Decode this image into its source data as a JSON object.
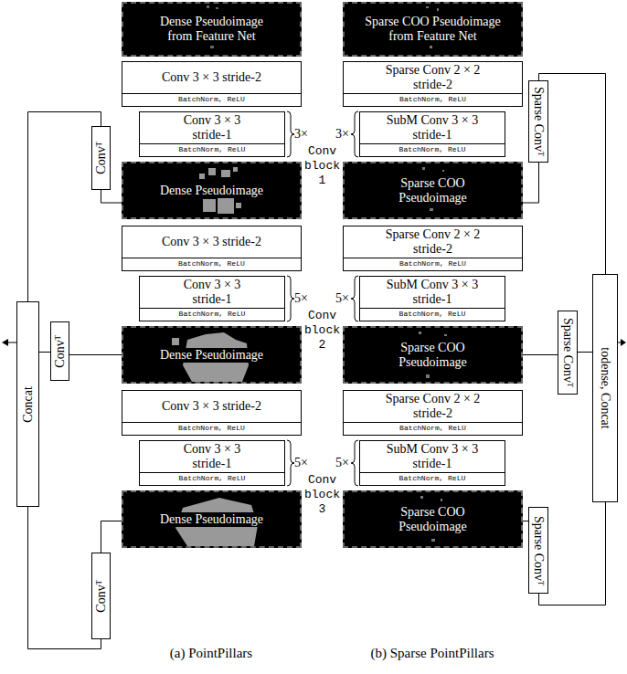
{
  "diagram": {
    "nodes": [
      {
        "text": [
          "Dense Pseudoimage from Feature Net"
        ]
      },
      {
        "text": [
          "Conv 3 × 3 stride-2"
        ]
      },
      {
        "text": [
          "BatchNorm, ReLU"
        ],
        "in": 1
      },
      {
        "text": [
          "Conv 3 × 3 stride-1"
        ]
      },
      {
        "text": [
          "BatchNorm, ReLU"
        ],
        "in": 3
      },
      {
        "text": [
          "Dense Pseudoimage"
        ]
      },
      {
        "text": [
          "Conv 3 × 3 stride-2"
        ]
      },
      {
        "text": [
          "BatchNorm, ReLU"
        ],
        "in": 6
      },
      {
        "text": [
          "Conv 3 × 3 stride-1"
        ]
      },
      {
        "text": [
          "BatchNorm, ReLU"
        ],
        "in": 8
      },
      {
        "text": [
          "Dense Pseudoimage"
        ]
      },
      {
        "text": [
          "Conv 3 × 3 stride-2"
        ]
      },
      {
        "text": [
          "BatchNorm, ReLU"
        ],
        "in": 11
      },
      {
        "text": [
          "Conv 3 × 3 stride-1"
        ]
      },
      {
        "text": [
          "BatchNorm, ReLU"
        ],
        "in": 13
      },
      {
        "text": [
          "Dense Pseudoimage"
        ]
      },
      {
        "text": [
          "Convᵀ"
        ]
      },
      {
        "text": [
          "Convᵀ"
        ]
      },
      {
        "text": [
          "Convᵀ"
        ]
      },
      {
        "text": [
          "Concat"
        ]
      },
      {
        "text": [
          "Sparse COO Pseudoimage from Feature Net"
        ]
      },
      {
        "text": [
          "Sparse Conv 2 × 2 stride-2"
        ]
      },
      {
        "text": [
          "BatchNorm, ReLU"
        ],
        "in": 21
      },
      {
        "text": [
          "SubM Conv 3 × 3 stride-1"
        ]
      },
      {
        "text": [
          "BatchNorm, ReLU"
        ],
        "in": 23
      },
      {
        "text": [
          "Sparse COO Pseudoimage"
        ]
      },
      {
        "text": [
          "Sparse Conv 2 × 2 stride-2"
        ]
      },
      {
        "text": [
          "BatchNorm, ReLU"
        ],
        "in": 26
      },
      {
        "text": [
          "SubM Conv 3 × 3 stride-1"
        ]
      },
      {
        "text": [
          "BatchNorm, ReLU"
        ],
        "in": 28
      },
      {
        "text": [
          "Sparse COO Pseudoimage"
        ]
      },
      {
        "text": [
          "Sparse Conv 2 × 2 stride-2"
        ]
      },
      {
        "text": [
          "BatchNorm, ReLU"
        ],
        "in": 31
      },
      {
        "text": [
          "SubM Conv 3 × 3 stride-1"
        ]
      },
      {
        "text": [
          "BatchNorm, ReLU"
        ],
        "in": 33
      },
      {
        "text": [
          "Sparse COO Pseudoimage"
        ]
      },
      {
        "text": [
          "Sparse Convᵀ"
        ]
      },
      {
        "text": [
          "Sparse Convᵀ"
        ]
      },
      {
        "text": [
          "Sparse Convᵀ"
        ]
      },
      {
        "text": [
          "todense, Concat"
        ]
      }
    ],
    "edges": [
      {
        "from": 5,
        "to": 16,
        "arrow": "none"
      },
      {
        "from": 16,
        "to": 19,
        "arrow": "none"
      },
      {
        "from": 10,
        "to": 17,
        "arrow": "none"
      },
      {
        "from": 17,
        "to": 19,
        "arrow": "none"
      },
      {
        "from": 15,
        "to": 18,
        "arrow": "none"
      },
      {
        "from": 18,
        "to": 19,
        "arrow": "none"
      },
      {
        "from": 25,
        "to": 36,
        "arrow": "none"
      },
      {
        "from": 36,
        "to": 39,
        "arrow": "none"
      },
      {
        "from": 30,
        "to": 37,
        "arrow": "none"
      },
      {
        "from": 37,
        "to": 39,
        "arrow": "none"
      },
      {
        "from": 35,
        "to": 38,
        "arrow": "none"
      },
      {
        "from": 38,
        "to": 39,
        "arrow": "none"
      }
    ],
    "labels": [
      "3×",
      "Conv block 1",
      "3×",
      "5×",
      "Conv block 2",
      "5×",
      "5×",
      "Conv block 3",
      "5×",
      "(a) PointPillars",
      "(b) Sparse PointPillars"
    ]
  }
}
